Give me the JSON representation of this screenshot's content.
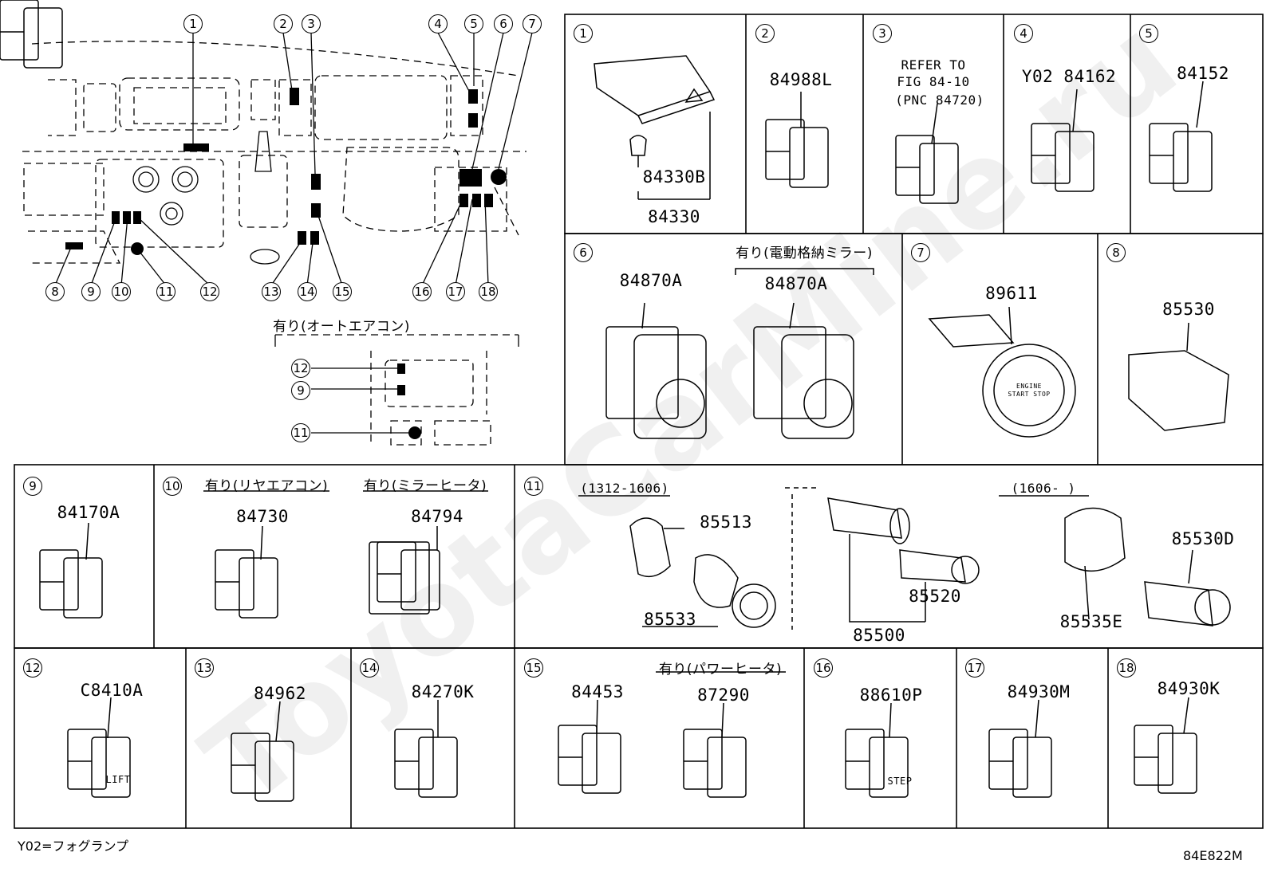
{
  "watermark": "ToyotaCarMine.ru",
  "diagram": {
    "ref_numbers": [
      "1",
      "2",
      "3",
      "4",
      "5",
      "6",
      "7",
      "8",
      "9",
      "10",
      "11",
      "12",
      "13",
      "14",
      "15",
      "16",
      "17",
      "18"
    ],
    "overview_inset_label": "有り(オートエアコン)",
    "inset_refs": [
      "12",
      "9",
      "11"
    ]
  },
  "panels": {
    "p1": {
      "num": "1",
      "parts": [
        "84330B",
        "84330"
      ]
    },
    "p2": {
      "num": "2",
      "part": "84988L"
    },
    "p3": {
      "num": "3",
      "refer_line1": "REFER TO",
      "refer_line2": "FIG 84-10",
      "refer_line3": "(PNC 84720)"
    },
    "p4": {
      "num": "4",
      "part": "Y02 84162"
    },
    "p5": {
      "num": "5",
      "part": "84152"
    },
    "p6": {
      "num": "6",
      "part_a": "84870A",
      "condition": "有り(電動格納ミラー)",
      "part_b": "84870A"
    },
    "p7": {
      "num": "7",
      "part": "89611",
      "label": "ENGINE START STOP"
    },
    "p8": {
      "num": "8",
      "part": "85530"
    },
    "p9": {
      "num": "9",
      "part": "84170A"
    },
    "p10": {
      "num": "10",
      "cond_a": "有り(リヤエアコン)",
      "part_a": "84730",
      "cond_b": "有り(ミラーヒータ)",
      "part_b": "84794"
    },
    "p11": {
      "num": "11",
      "range_a": "(1312-1606)",
      "range_b": "(1606-      )",
      "parts": [
        "85513",
        "85533",
        "85520",
        "85500",
        "85530D",
        "85535E"
      ]
    },
    "p12": {
      "num": "12",
      "part": "C8410A",
      "label": "LIFT"
    },
    "p13": {
      "num": "13",
      "part": "84962"
    },
    "p14": {
      "num": "14",
      "part": "84270K"
    },
    "p15": {
      "num": "15",
      "part_a": "84453",
      "condition": "有り(パワーヒータ)",
      "part_b": "87290"
    },
    "p16": {
      "num": "16",
      "part": "88610P",
      "label": "STEP"
    },
    "p17": {
      "num": "17",
      "part": "84930M"
    },
    "p18": {
      "num": "18",
      "part": "84930K"
    }
  },
  "footer": {
    "legend": "Y02=フォグランプ",
    "code": "84E822M"
  }
}
